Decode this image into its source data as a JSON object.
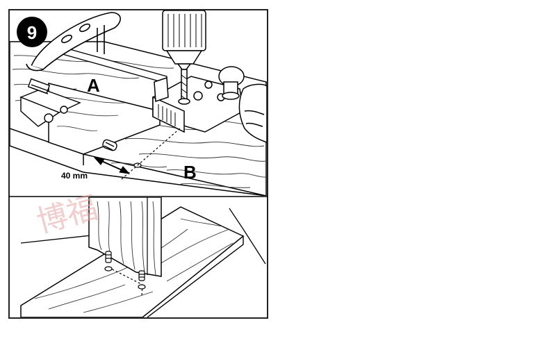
{
  "figure": {
    "step_number": "9",
    "labels": {
      "part_a": "A",
      "part_b": "B",
      "distance": "40 mm"
    },
    "watermark": "博福",
    "colors": {
      "ink": "#000000",
      "paper": "#ffffff",
      "frame": "#222222",
      "badge": "#000000",
      "watermark": "#e7a6a6"
    }
  }
}
